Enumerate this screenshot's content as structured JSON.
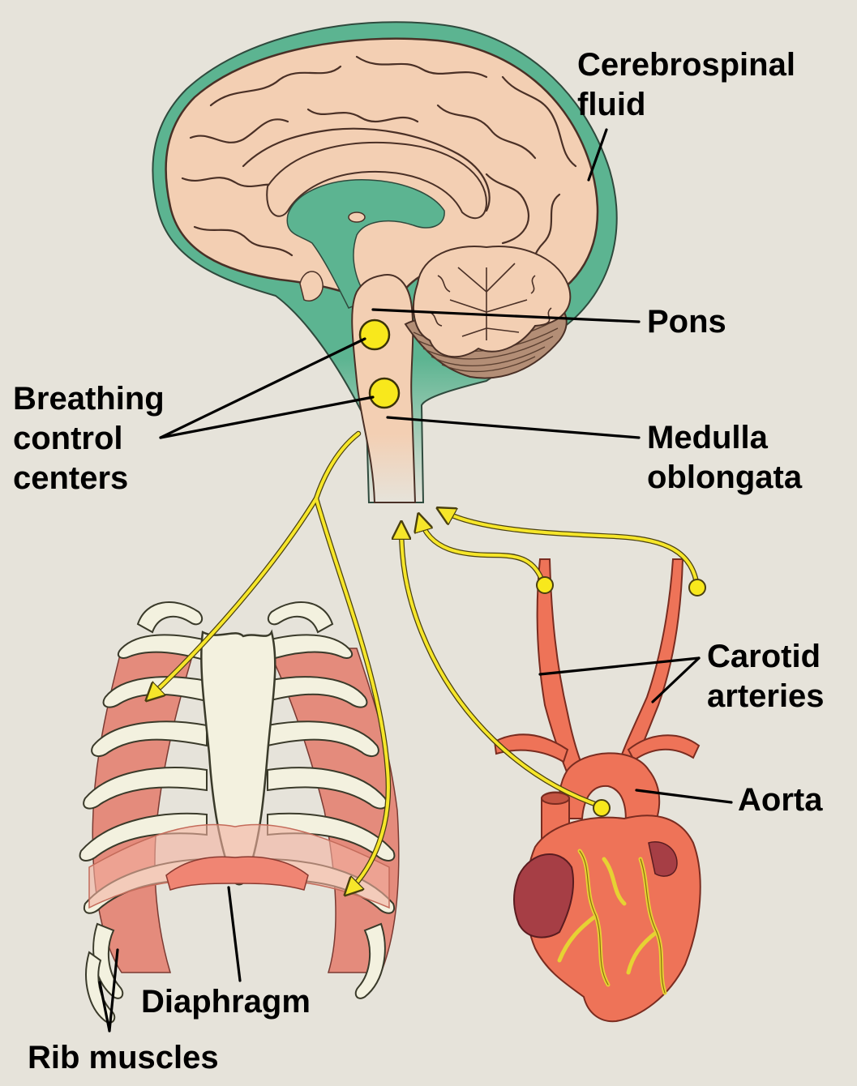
{
  "labels": {
    "cerebrospinal_fluid": [
      "Cerebrospinal",
      "fluid"
    ],
    "pons": "Pons",
    "breathing_control_centers": [
      "Breathing",
      "control",
      "centers"
    ],
    "medulla_oblongata": [
      "Medulla",
      "oblongata"
    ],
    "carotid_arteries": [
      "Carotid",
      "arteries"
    ],
    "aorta": "Aorta",
    "diaphragm": "Diaphragm",
    "rib_muscles": "Rib muscles"
  },
  "colors": {
    "background": "#e6e3da",
    "brain_tissue": "#f3cfb3",
    "cerebrospinal_fluid": "#5cb491",
    "cerebellum": "#b38e76",
    "nerve_pathway": "#f6e62a",
    "control_center_dot": "#f8e81c",
    "artery": "#ee7358",
    "heart_dark": "#a63e45",
    "rib_bone": "#f3f1df",
    "rib_muscle": "#e48b7c",
    "diaphragm": "#f08573",
    "leader_line": "#000000"
  }
}
